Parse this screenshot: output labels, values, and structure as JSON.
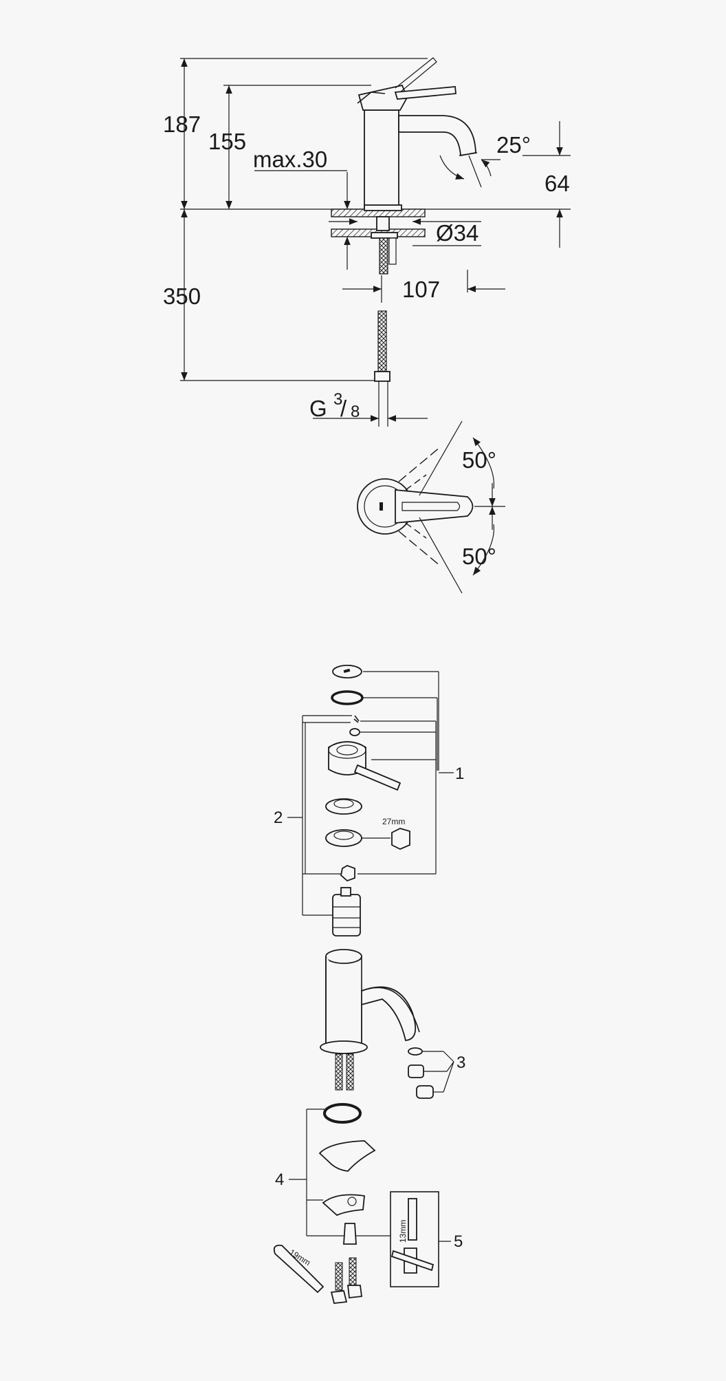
{
  "dimensions": {
    "h_total": "187",
    "h_spout": "155",
    "max_thickness": "max.30",
    "h_outlet": "64",
    "angle_spout": "25°",
    "diameter": "Ø34",
    "hose_length": "350",
    "projection": "107",
    "thread_g": "G",
    "thread_num": "3",
    "thread_den": "8",
    "rot_top": "50°",
    "rot_bottom": "50°"
  },
  "parts": {
    "p1": "1",
    "p2": "2",
    "p3": "3",
    "p4": "4",
    "p5": "5",
    "tool_27": "27mm",
    "tool_13": "13mm",
    "tool_19": "19mm"
  }
}
